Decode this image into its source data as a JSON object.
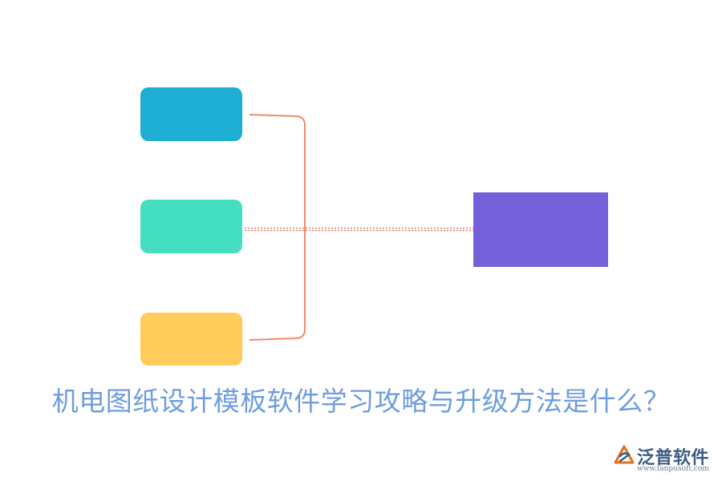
{
  "title": "机电图纸设计模板软件学习攻略与升级方法是什么？",
  "diagram": {
    "nodes": [
      {
        "id": "box-1",
        "color": "#1eadd3"
      },
      {
        "id": "box-2",
        "color": "#44dfc0"
      },
      {
        "id": "box-3",
        "color": "#ffcb5a"
      },
      {
        "id": "target-box",
        "color": "#7460d9"
      }
    ],
    "connector_color": "#f08a6a"
  },
  "watermark": {
    "name": "泛普软件",
    "url": "www.fanpusoft.com",
    "icon": "fanpu-logo-icon"
  }
}
